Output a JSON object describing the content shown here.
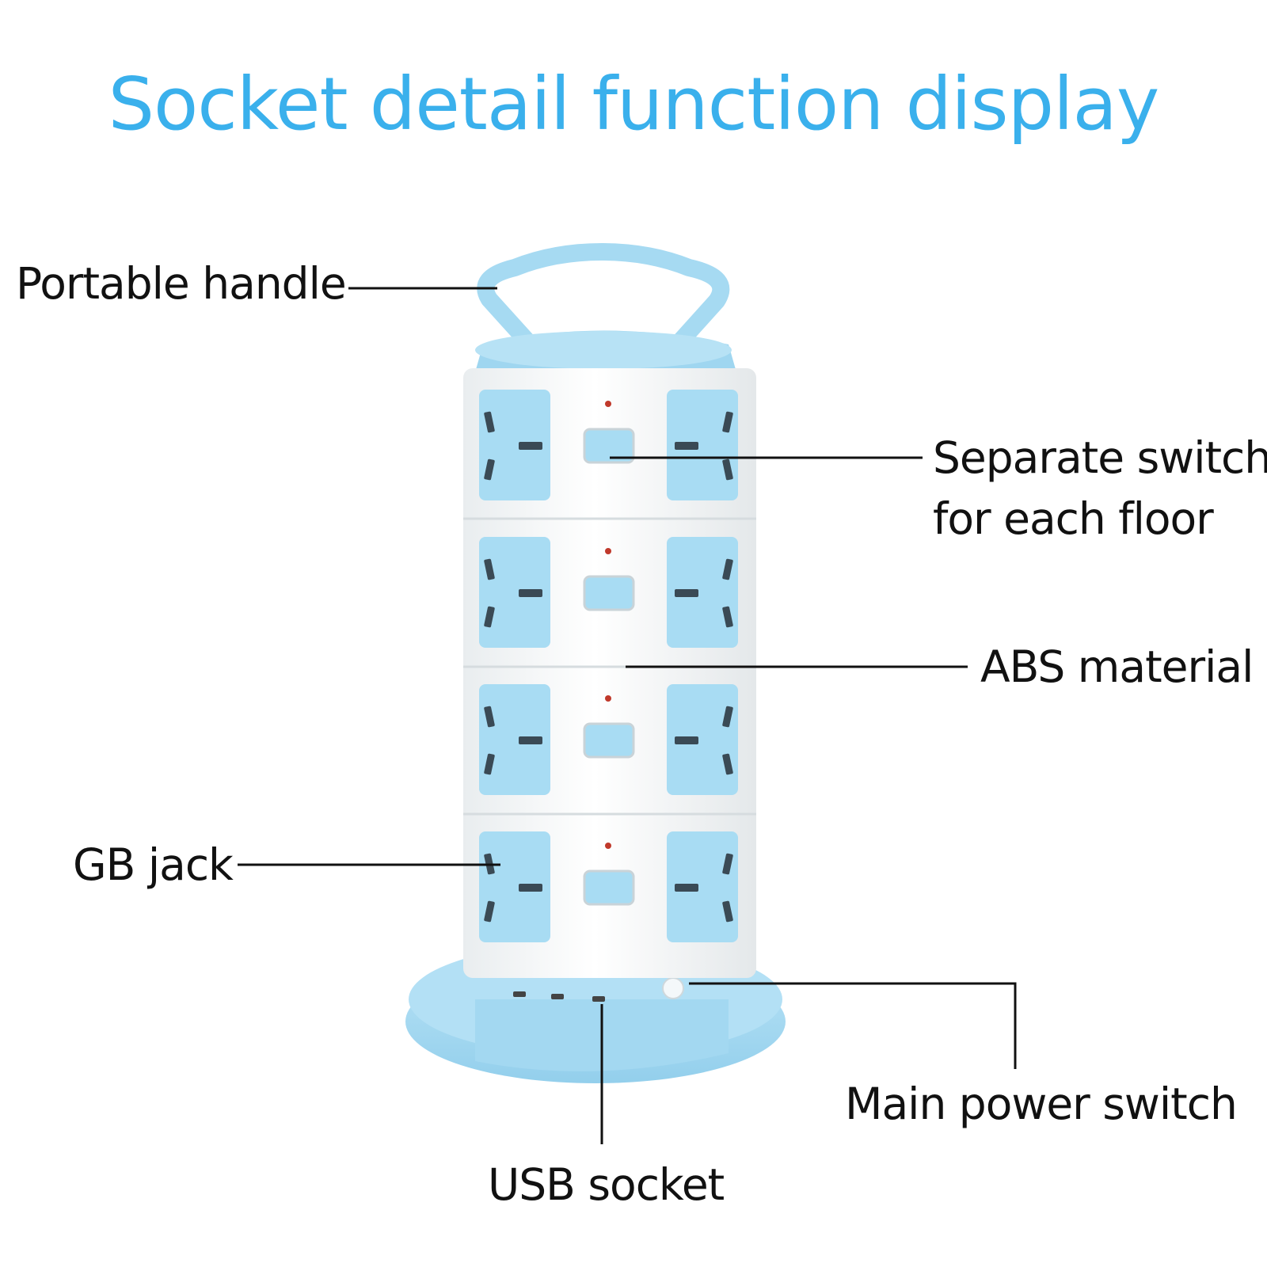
{
  "title": "Socket detail function display",
  "labels": {
    "portable_handle": "Portable handle",
    "separate_switch_line1": "Separate switch",
    "separate_switch_line2": "for each floor",
    "abs_material": "ABS material",
    "gb_jack": "GB jack",
    "main_power_switch": "Main power switch",
    "usb_socket": "USB socket"
  },
  "product": {
    "floors": 4,
    "outlets_per_floor_visible": 2,
    "usb_ports_visible": 3
  },
  "colors": {
    "title": "#3ab0ec",
    "accent_blue": "#a8dcf3",
    "accent_blue_dark": "#86c8e8",
    "body_white": "#f4f6f7",
    "line": "#111111",
    "indicator": "#c0392b"
  }
}
